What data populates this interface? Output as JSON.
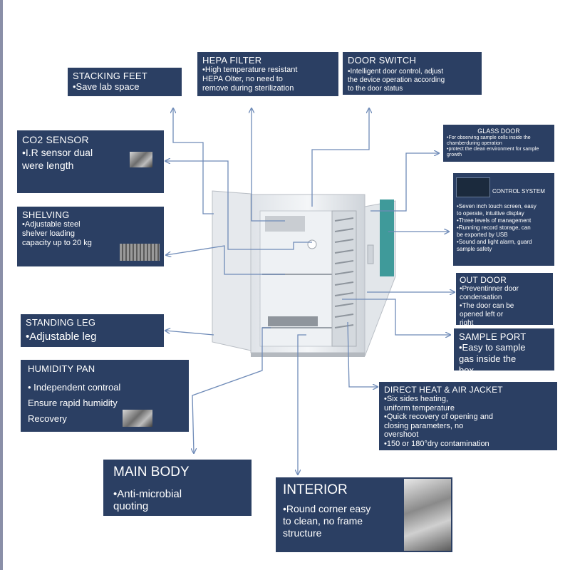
{
  "colors": {
    "box_bg": "#2b3f63",
    "line": "#6f8bb8",
    "text": "#ffffff"
  },
  "callouts": {
    "stacking_feet": {
      "title": "STACKING FEET",
      "lines": [
        "•Save lab space"
      ]
    },
    "hepa_filter": {
      "title": "HEPA FILTER",
      "lines": [
        "•High temperature resistant",
        "HEPA Olter, no need to",
        "remove during sterilization"
      ]
    },
    "door_switch": {
      "title": "DOOR SWITCH",
      "lines": [
        "•Intelligent door control, adjust",
        "the device operation according",
        "to the door status"
      ]
    },
    "glass_door": {
      "title": "GLASS DOOR",
      "lines": [
        "•For observing sample cells inside the",
        "chamberduring operation",
        "•protect the clean environment for sample",
        "growth"
      ]
    },
    "co2_sensor": {
      "title": "CO2 SENSOR",
      "lines": [
        "•I.R sensor dual",
        "were length"
      ]
    },
    "shelving": {
      "title": "SHELVING",
      "lines": [
        "•Adjustable steel",
        "shelver loading",
        "capacity up to 20 kg"
      ]
    },
    "control_system": {
      "title": "CONTROL SYSTEM",
      "lines": [
        "•Seven inch touch screen, easy",
        "to operate, intuitive display",
        "•Three levels of management",
        "•Running record storage, can",
        "be exported by USB",
        "•Sound and light alarm, guard",
        "sample safety"
      ]
    },
    "out_door": {
      "title": "OUT DOOR",
      "lines": [
        "•Preventinner door",
        "condensation",
        "•The door can be",
        "opened left or",
        "right"
      ]
    },
    "standing_leg": {
      "title": "STANDING LEG",
      "lines": [
        "•Adjustable leg"
      ]
    },
    "sample_port": {
      "title": "SAMPLE PORT",
      "lines": [
        "•Easy to sample",
        "gas inside the",
        "box"
      ]
    },
    "humidity_pan": {
      "title": "HUMIDITY PAN",
      "lines": [
        "• Independent controal",
        "Ensure rapid humidity",
        "Recovery"
      ]
    },
    "direct_heat": {
      "title": "DIRECT HEAT & AIR JACKET",
      "lines": [
        "•Six sides heating,",
        "uniform temperature",
        "•Quick recovery of opening and",
        "closing parameters, no",
        "overshoot",
        "•150 or 180°dry contamination"
      ]
    },
    "main_body": {
      "title": "MAIN BODY",
      "lines": [
        "•Anti-microbial",
        "quoting"
      ]
    },
    "interior": {
      "title": "INTERIOR",
      "lines": [
        "•Round corner easy",
        "to clean,  no frame",
        "structure"
      ]
    }
  }
}
